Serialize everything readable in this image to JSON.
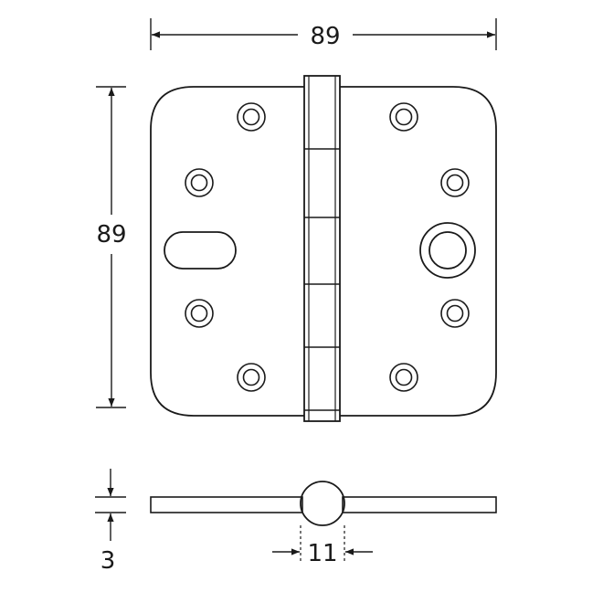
{
  "dimensions": {
    "width": "89",
    "height": "89",
    "thickness": "3",
    "knuckle_diameter": "11"
  },
  "colors": {
    "stroke": "#1a1a1a",
    "background": "#ffffff"
  }
}
